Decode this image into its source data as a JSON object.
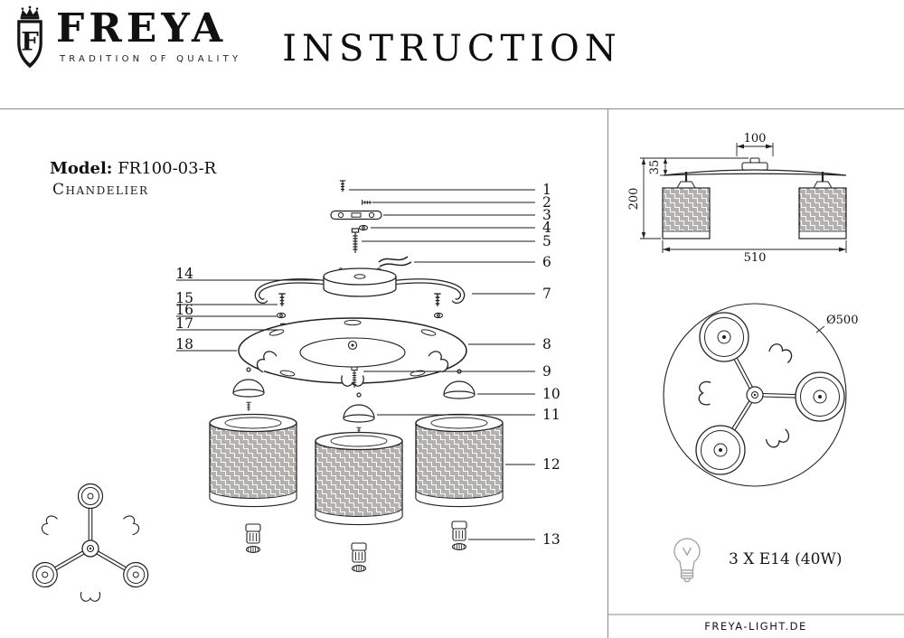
{
  "header": {
    "brand": "FREYA",
    "tagline": "TRADITION OF QUALITY",
    "title": "INSTRUCTION",
    "crest_letter": "F"
  },
  "model": {
    "label": "Model:",
    "value": "FR100-03-R",
    "type": "Chandelier"
  },
  "callouts": {
    "right": [
      "1",
      "2",
      "3",
      "4",
      "5",
      "6",
      "7",
      "8",
      "9",
      "10",
      "11",
      "12",
      "13"
    ],
    "left": [
      "14",
      "15",
      "16",
      "17",
      "18"
    ]
  },
  "dimensions": {
    "top_width_mm": "100",
    "canopy_height_mm": "35",
    "total_height_mm": "200",
    "width_mm": "510",
    "diameter_mm": "Ø500"
  },
  "spec": {
    "bulbs": "3 X E14 (40W)"
  },
  "footer": {
    "website": "FREYA-LIGHT.DE"
  }
}
